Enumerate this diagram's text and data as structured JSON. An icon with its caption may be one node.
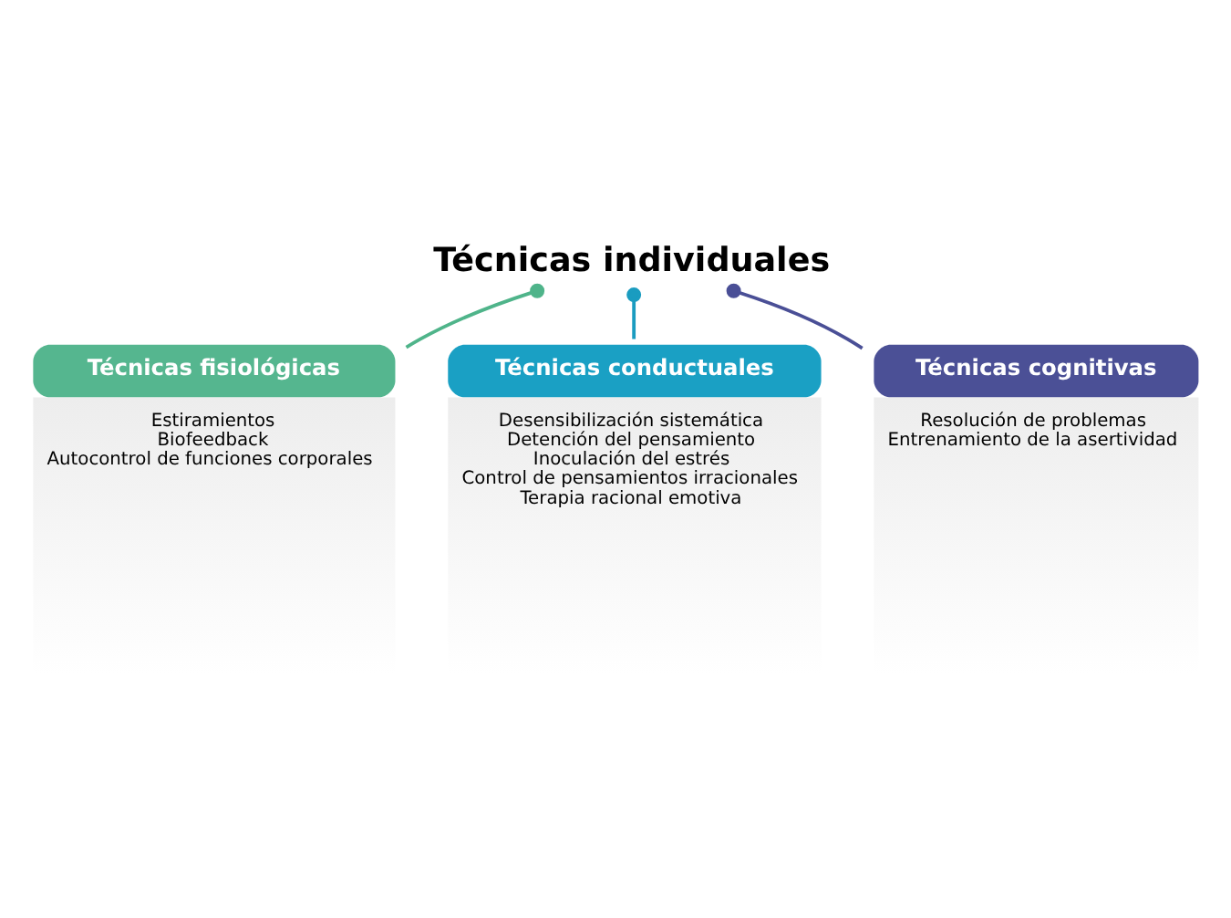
{
  "diagram": {
    "nodes": [
      {
        "text": [
          "Técnicas individuales"
        ]
      },
      {
        "text": [
          "Técnicas fisiológicas",
          "Estiramientos",
          "Biofeedback",
          "Autocontrol de funciones corporales"
        ]
      },
      {
        "text": [
          "Técnicas conductuales",
          "Desensibilización sistemática",
          "Detención del pensamiento",
          "Inoculación del estrés",
          "Control de pensamientos irracionales",
          "Terapia racional emotiva"
        ]
      },
      {
        "text": [
          "Técnicas cognitivas",
          "Resolución de problemas",
          "Entrenamiento de la asertividad"
        ]
      }
    ],
    "edges": [
      {
        "from": 0,
        "to": 1,
        "arrow": "other",
        "color": "#4fb48a"
      },
      {
        "from": 0,
        "to": 2,
        "arrow": "other",
        "color": "#1a9cc0"
      },
      {
        "from": 0,
        "to": 3,
        "arrow": "other",
        "color": "#4a4f96"
      }
    ]
  }
}
